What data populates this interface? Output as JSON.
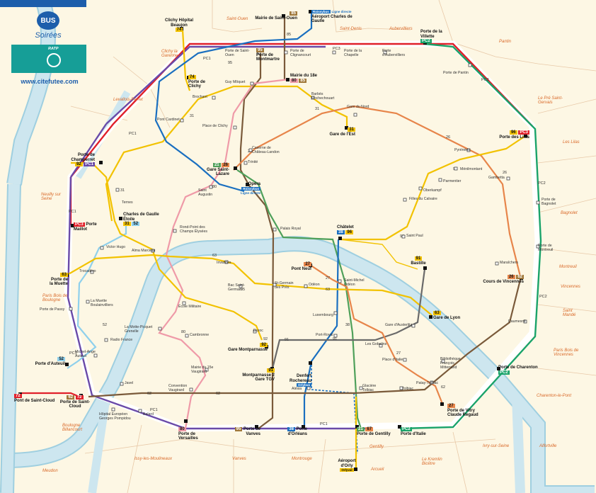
{
  "brand": {
    "bus_label": "BUS",
    "title": "Soirées",
    "ratp_label": "RATP",
    "website": "www.citefutee.com"
  },
  "colors": {
    "brand_blue": "#1d5eab",
    "teal": "#169e97",
    "seine": "#cde6ef",
    "seine_edge": "#9fcfe0",
    "background": "#fdf7e4",
    "line_74": "#f2c200",
    "line_31": "#f2c200",
    "line_95": "#7a5a3a",
    "line_85": "#7a5a3a",
    "line_pc1": "#6a4aa8",
    "line_pc2": "#1aa36a",
    "line_pc3": "#e0202a",
    "line_26": "#e7854a",
    "line_80": "#ef9aa8",
    "line_52": "#8fd0ec",
    "line_roissybus": "#1a6fc0",
    "line_orlybus": "#1a6fc0",
    "line_orlyval": "#f2c200",
    "line_21": "#4fa05a",
    "line_61": "#f2c200",
    "line_62": "#7a5a3a",
    "line_63": "#f2c200",
    "line_72": "#e0202a",
    "line_91": "#6a6a6a"
  },
  "communes": [
    "Saint-Ouen",
    "Saint-Denis",
    "Aubervilliers",
    "Pantin",
    "Clichy la Garenne",
    "Levallois-Perret",
    "Le Pré Saint-Gervais",
    "Les Lilas",
    "Bagnolet",
    "Neuilly sur Seine",
    "Montreuil",
    "Vincennes",
    "Saint Mandé",
    "Paris Bois de Boulogne",
    "Paris Bois de Vincennes",
    "Charenton-le-Pont",
    "Boulogne Billancourt",
    "Ivry-sur-Seine",
    "Alfortville",
    "Issy-les-Moulineaux",
    "Vanves",
    "Montrouge",
    "Gentilly",
    "Arcueil",
    "Le Kremlin Bicêtre",
    "Meudon"
  ],
  "terminals": [
    {
      "name": "Clichy Hôpital Beaujon",
      "lines": [
        "74"
      ]
    },
    {
      "name": "Mairie de Saint-Ouen",
      "lines": [
        "85"
      ]
    },
    {
      "name": "Aéroport Charles de Gaulle",
      "lines": [
        "Roissybus"
      ],
      "note": "Ligne directe"
    },
    {
      "name": "Porte de la Villette",
      "lines": [
        "PC2"
      ]
    },
    {
      "name": "Porte de Montmartre",
      "lines": [
        "95"
      ]
    },
    {
      "name": "Mairie du 18e",
      "lines": [
        "80",
        "85"
      ]
    },
    {
      "name": "Porte de Clichy",
      "lines": [
        "74"
      ]
    },
    {
      "name": "Porte de Champerret",
      "lines": [
        "92",
        "PC1"
      ]
    },
    {
      "name": "Gare de l'Est",
      "lines": [
        "31"
      ]
    },
    {
      "name": "Porte des Lilas",
      "lines": [
        "96",
        "PC3"
      ]
    },
    {
      "name": "Gare Saint-Lazare",
      "lines": [
        "21",
        "26"
      ]
    },
    {
      "name": "Opéra",
      "lines": [
        "Roissybus"
      ],
      "note": "Ligne directe"
    },
    {
      "name": "Porte Maillot",
      "lines": [
        "PC3"
      ]
    },
    {
      "name": "Charles de Gaulle Étoile",
      "lines": [
        "31",
        "52"
      ]
    },
    {
      "name": "Châtelet",
      "lines": [
        "38",
        "96"
      ]
    },
    {
      "name": "Porte de la Muette",
      "lines": [
        "63"
      ]
    },
    {
      "name": "Pont Neuf",
      "lines": [
        "27"
      ]
    },
    {
      "name": "Bastille",
      "lines": [
        "91"
      ]
    },
    {
      "name": "Cours de Vincennes",
      "lines": [
        "26",
        "62"
      ]
    },
    {
      "name": "Gare de Lyon",
      "lines": [
        "63"
      ]
    },
    {
      "name": "Gare Montparnasse",
      "lines": [
        "92"
      ]
    },
    {
      "name": "Porte d'Auteuil",
      "lines": [
        "52"
      ]
    },
    {
      "name": "Montparnasse 2 Gare TGV",
      "lines": [
        "91"
      ]
    },
    {
      "name": "Denfert Rochereau",
      "lines": [
        "Orlybus"
      ]
    },
    {
      "name": "Porte de Charenton",
      "lines": [
        "PC2"
      ]
    },
    {
      "name": "Pont de Saint-Cloud",
      "lines": [
        "72"
      ]
    },
    {
      "name": "Porte de Saint-Cloud",
      "lines": [
        "62",
        "72"
      ]
    },
    {
      "name": "Porte de Vitry Claude Regaud",
      "lines": [
        "27"
      ]
    },
    {
      "name": "Porte de Versailles",
      "lines": [
        "80"
      ]
    },
    {
      "name": "Porte de Vanves",
      "lines": [
        "95"
      ]
    },
    {
      "name": "Porte d'Orléans",
      "lines": [
        "38"
      ]
    },
    {
      "name": "Porte de Gentilly",
      "lines": [
        "21",
        "67"
      ]
    },
    {
      "name": "Porte d'Italie",
      "lines": [
        "PC2"
      ]
    },
    {
      "name": "Aéroport d'Orly",
      "lines": [
        "Orlyval"
      ]
    }
  ],
  "stops": [
    "Porte de Saint-Ouen",
    "Porte de Clignancourt",
    "Porte de la Chapelle",
    "Porte d'Aubervilliers",
    "Porte de Pantin",
    "Guy Môquet",
    "Brochant",
    "Barbès Rochechouart",
    "Gare du Nord",
    "Pont Cardinet",
    "Place de Clichy",
    "Pyrénées",
    "Caserne de Château-Landon",
    "Trinité",
    "Ménilmontant",
    "Gambetta",
    "Oberkampf",
    "Parmentier",
    "Porte de Bagnolet",
    "Saint Augustin",
    "Ternes",
    "Filles du Calvaire",
    "Porte de Montreuil",
    "Saint Paul",
    "Rond-Point des Champs Élysées",
    "Palais Royal",
    "Victor Hugo",
    "Alma Marceau",
    "Invalides",
    "Maraîchers",
    "Trocadéro",
    "Saint-Michel Odéon",
    "Bac Saint-Germain",
    "St-Germain des Prés",
    "Odéon",
    "École Militaire",
    "La Muette Boulainvilliers",
    "Porte de Passy",
    "Luxembourg",
    "La Motte-Picquet Grenelle",
    "Cambronne",
    "Daumesnil",
    "Radio France",
    "Duroc",
    "Gare d'Austerlitz",
    "Port-Royal",
    "Les Gobelins",
    "Michel-Ange Auteuil",
    "Place d'Italie",
    "Bibliothèque François Mitterrand",
    "Mairie du 15e Vaugirard",
    "Javel",
    "Convention Vaugirard",
    "Glacière Tolbiac",
    "Tolbiac",
    "Patay-Tolbiac",
    "Alésia",
    "Hôpital Européen Georges Pompidou",
    "Balard"
  ]
}
